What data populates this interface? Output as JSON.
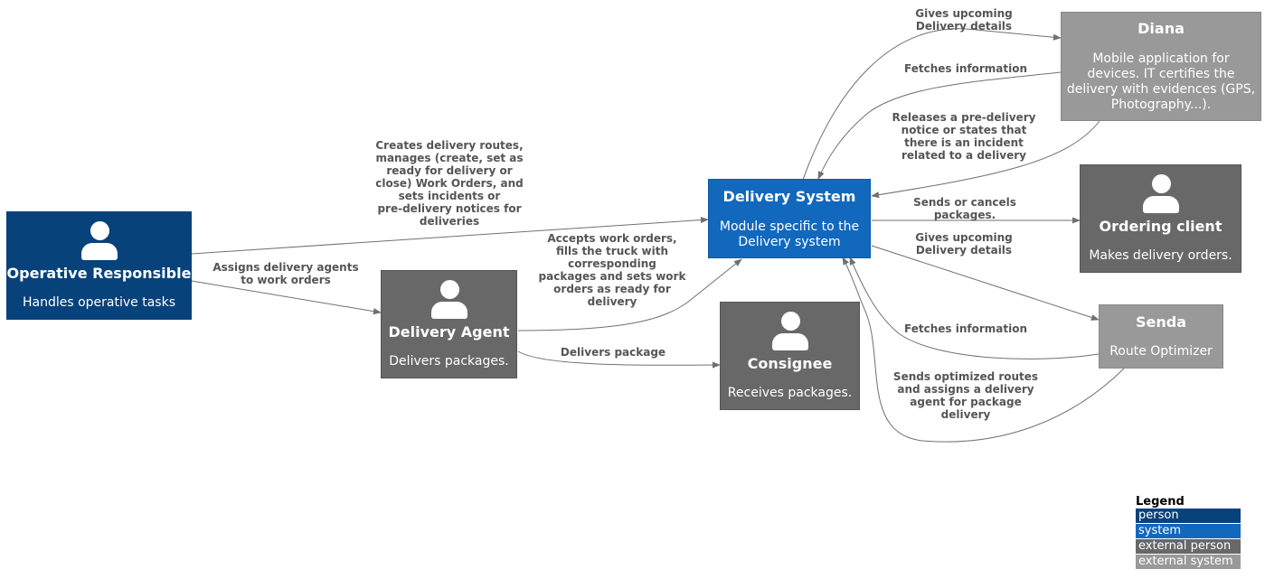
{
  "colors": {
    "person": "#08427b",
    "system": "#1168bd",
    "external_person": "#686868",
    "external_system": "#999999",
    "edge": "#707070",
    "edge_label": "#555555"
  },
  "nodes": {
    "operative": {
      "title": "Operative Responsible",
      "desc": "Handles operative tasks",
      "icon": "person-icon"
    },
    "agent": {
      "title": "Delivery Agent",
      "desc": "Delivers packages.",
      "icon": "person-icon"
    },
    "consignee": {
      "title": "Consignee",
      "desc": "Receives packages.",
      "icon": "person-icon"
    },
    "system": {
      "title": "Delivery System",
      "desc": "Module specific to the\nDelivery system"
    },
    "diana": {
      "title": "Diana",
      "desc": "Mobile application for\ndevices. IT certifies the\ndelivery with evidences (GPS,\nPhotography...)."
    },
    "client": {
      "title": "Ordering client",
      "desc": "Makes delivery orders.",
      "icon": "person-icon"
    },
    "senda": {
      "title": "Senda",
      "desc": "Route Optimizer"
    }
  },
  "edges": {
    "op_sys": "Creates delivery routes,\nmanages (create, set as\nready for delivery or\nclose) Work Orders, and\nsets incidents or\npre-delivery notices for\ndeliveries",
    "op_agent": "Assigns delivery agents\nto work orders",
    "agent_sys": "Accepts work orders,\nfills the truck with\ncorresponding\npackages and sets work\norders as ready for\ndelivery",
    "agent_consignee": "Delivers package",
    "sys_diana_give": "Gives upcoming\nDelivery details",
    "diana_sys_fetch": "Fetches information",
    "diana_sys_release": "Releases a pre-delivery\nnotice or states that\nthere is an incident\nrelated to a delivery",
    "sys_client": "Sends or cancels\npackages.",
    "sys_senda_give": "Gives upcoming\nDelivery details",
    "senda_sys_fetch": "Fetches information",
    "senda_sys_send": "Sends optimized routes\nand assigns a delivery\nagent for package\ndelivery"
  },
  "legend": {
    "title": "Legend",
    "items": [
      "person",
      "system",
      "external person",
      "external system"
    ]
  }
}
